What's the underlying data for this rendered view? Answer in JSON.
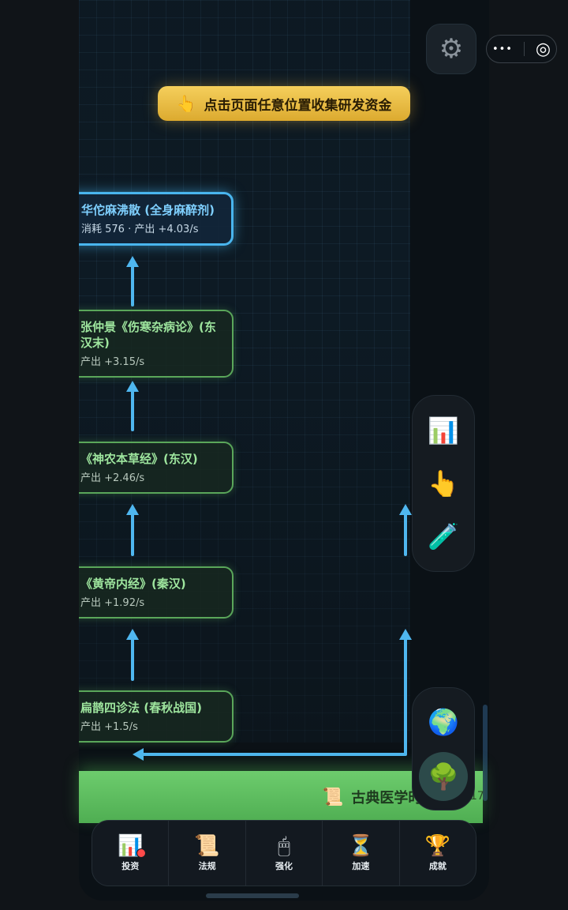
{
  "hint": {
    "icon": "pointing-hand-icon",
    "glyph": "👆",
    "text": "点击页面任意位置收集研发资金"
  },
  "top_controls": {
    "settings_glyph": "⚙",
    "menu_glyph": "•••",
    "target_glyph": "◎"
  },
  "tech_nodes": [
    {
      "title": "华佗麻沸散 (全身麻醉剂)",
      "stats": "消耗 576 · 产出 +4.03/s",
      "state": "active"
    },
    {
      "title": "张仲景《伤寒杂病论》(东汉末)",
      "stats": "产出 +3.15/s",
      "state": "unlocked"
    },
    {
      "title": "《神农本草经》(东汉)",
      "stats": "产出 +2.46/s",
      "state": "unlocked"
    },
    {
      "title": "《黄帝内经》(秦汉)",
      "stats": "产出 +1.92/s",
      "state": "unlocked"
    },
    {
      "title": "扁鹊四诊法 (春秋战国)",
      "stats": "产出 +1.5/s",
      "state": "unlocked"
    }
  ],
  "tool_panel": [
    {
      "name": "stats-chart-icon",
      "glyph": "📊"
    },
    {
      "name": "tap-icon",
      "glyph": "👆"
    },
    {
      "name": "test-tube-icon",
      "glyph": "🧪"
    }
  ],
  "era_panel": [
    {
      "name": "globe-icon",
      "glyph": "🌍"
    },
    {
      "name": "tree-icon",
      "glyph": "🌳"
    }
  ],
  "era_bar": {
    "icon": "scroll-icon",
    "glyph": "📜",
    "label": "古典医学时",
    "count": "17"
  },
  "nav": [
    {
      "id": "invest",
      "label": "投资",
      "glyph": "📊",
      "badge": true
    },
    {
      "id": "rules",
      "label": "法规",
      "glyph": "📜",
      "badge": false
    },
    {
      "id": "upgrade",
      "label": "强化",
      "glyph": "🖱",
      "badge": false
    },
    {
      "id": "speed",
      "label": "加速",
      "glyph": "⏳",
      "badge": false
    },
    {
      "id": "achievements",
      "label": "成就",
      "glyph": "🏆",
      "badge": false
    }
  ],
  "colors": {
    "accent_blue": "#4fb7f0",
    "node_green": "#5aa65a",
    "hint_gold": "#f0c44a",
    "era_green": "#5fbf60"
  }
}
